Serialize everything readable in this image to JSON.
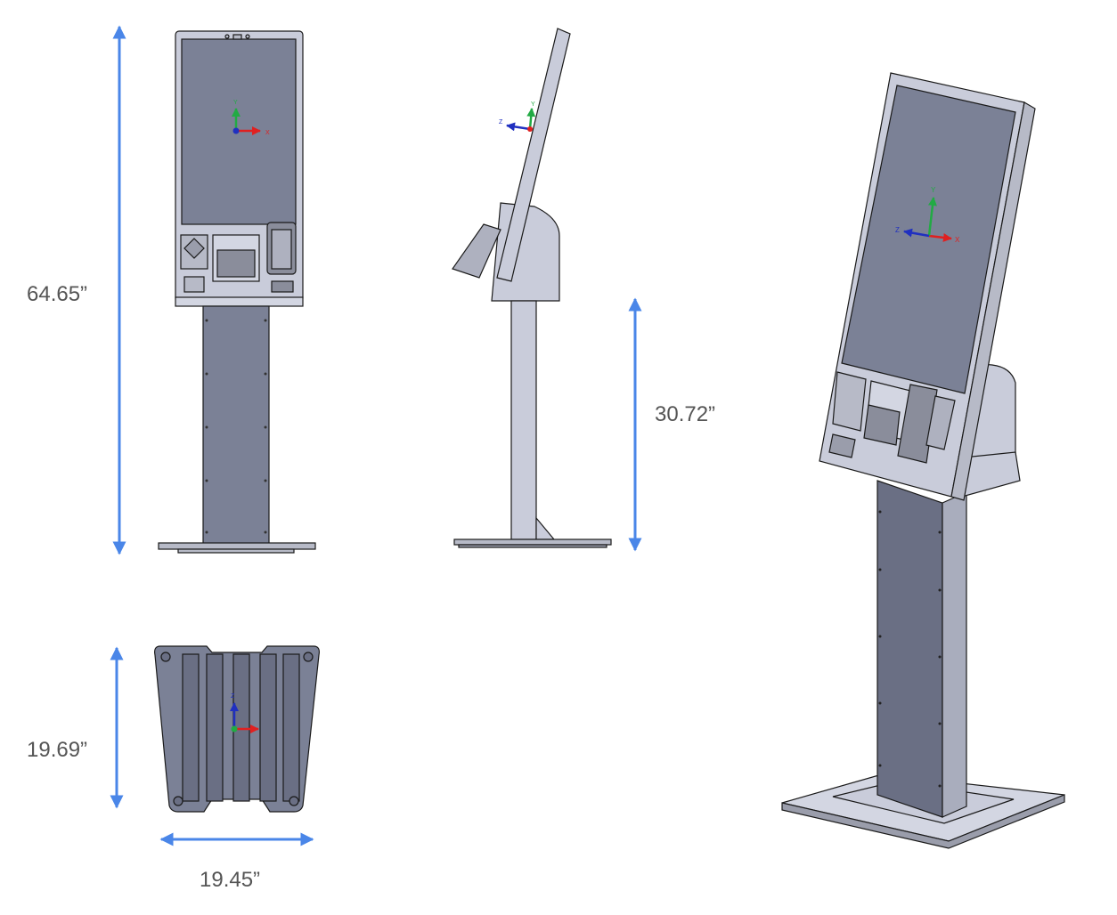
{
  "dimensions": {
    "overall_height": "64.65”",
    "pedestal_height": "30.72”",
    "base_depth": "19.69”",
    "base_width": "19.45”"
  },
  "axis_labels": {
    "x": "X",
    "y": "Y",
    "z": "Z"
  },
  "colors": {
    "dimension_arrow": "#4a86e8",
    "dimension_text": "#555555",
    "screen": "#7b8196",
    "body": "#c9ccda",
    "outline": "#1a1a1a",
    "axis_x": "#e02020",
    "axis_y": "#22aa44",
    "axis_z": "#2030c0"
  }
}
